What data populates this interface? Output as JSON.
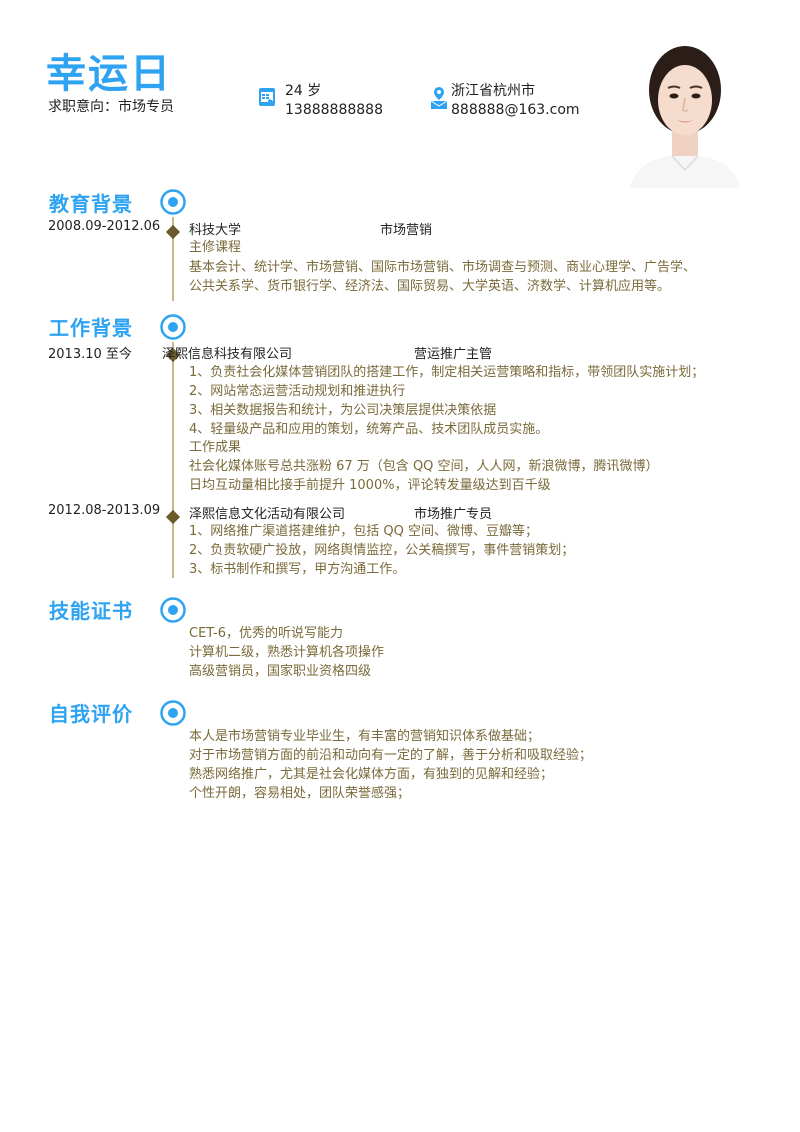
{
  "header": {
    "name": "幸运日",
    "intent_label": "求职意向：",
    "intent_value": "市场专员",
    "age": "24 岁",
    "phone": "13888888888",
    "location": "浙江省杭州市",
    "email": "888888@163.com"
  },
  "education": {
    "title": "教育背景",
    "date": "2008.09-2012.06",
    "school": "科技大学",
    "major": "市场营销",
    "lines": [
      "主修课程",
      "基本会计、统计学、市场营销、国际市场营销、市场调查与预测、商业心理学、广告学、",
      "公共关系学、货币银行学、经济法、国际贸易、大学英语、济数学、计算机应用等。"
    ]
  },
  "work": {
    "title": "工作背景",
    "jobs": [
      {
        "date": "2013.10 至今",
        "company": "泽熙信息科技有限公司",
        "role": "营运推广主管",
        "lines": [
          "1、负责社会化媒体营销团队的搭建工作，制定相关运营策略和指标，带领团队实施计划；",
          "2、网站常态运营活动规划和推进执行",
          "3、相关数据报告和统计，为公司决策层提供决策依据",
          "4、轻量级产品和应用的策划，统筹产品、技术团队成员实施。",
          "工作成果",
          "社会化媒体账号总共涨粉 67 万（包含 QQ 空间，人人网，新浪微博，腾讯微博）",
          "日均互动量相比接手前提升 1000%，评论转发量级达到百千级"
        ]
      },
      {
        "date": "2012.08-2013.09",
        "company": "泽熙信息文化活动有限公司",
        "role": "市场推广专员",
        "lines": [
          "1、网络推广渠道搭建维护，包括 QQ 空间、微博、豆瓣等；",
          "2、负责软硬广投放，网络舆情监控，公关稿撰写，事件营销策划；",
          "3、标书制作和撰写，甲方沟通工作。"
        ]
      }
    ]
  },
  "skills": {
    "title": "技能证书",
    "lines": [
      "CET-6，优秀的听说写能力",
      "计算机二级，熟悉计算机各项操作",
      "高级营销员，国家职业资格四级"
    ]
  },
  "self": {
    "title": "自我评价",
    "lines": [
      "本人是市场营销专业毕业生，有丰富的营销知识体系做基础；",
      "对于市场营销方面的前沿和动向有一定的了解，善于分析和吸取经验；",
      "熟悉网络推广，尤其是社会化媒体方面，有独到的见解和经验；",
      "个性开朗，容易相处，团队荣誉感强；"
    ]
  },
  "colors": {
    "accent": "#2ea3f2",
    "body_text": "#7a6a3a",
    "timeline": "#c9b98a",
    "diamond": "#6b5a2a"
  }
}
